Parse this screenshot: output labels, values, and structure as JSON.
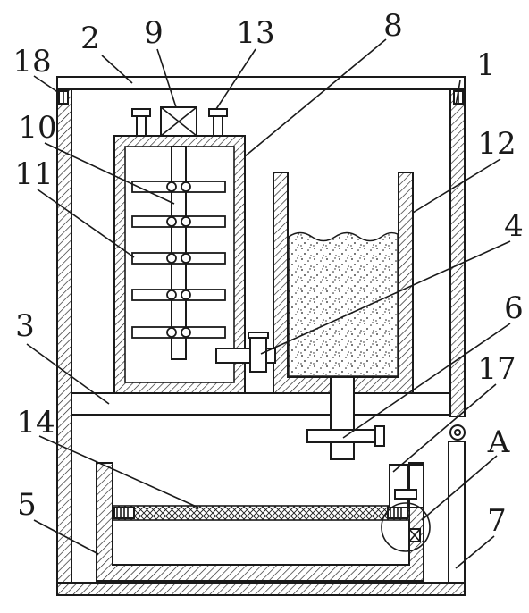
{
  "diagram": {
    "labels": [
      "1",
      "2",
      "3",
      "4",
      "5",
      "6",
      "7",
      "8",
      "9",
      "10",
      "11",
      "12",
      "13",
      "14",
      "17",
      "18",
      "A"
    ]
  }
}
